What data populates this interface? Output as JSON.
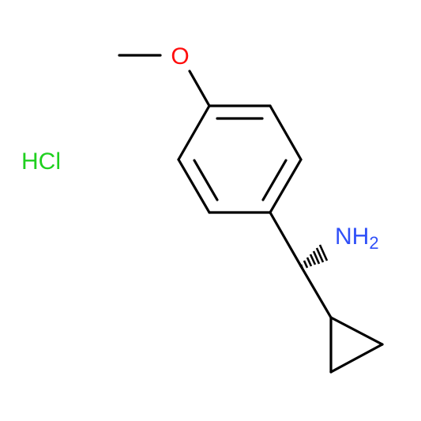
{
  "molecule": {
    "atoms": {
      "oxygen": {
        "symbol": "O",
        "color": "#ff0d0d"
      },
      "amine": {
        "symbol": "NH",
        "subscript": "2",
        "color": "#3050f8"
      },
      "salt": {
        "symbol": "HCl",
        "color": "#1fd01f"
      }
    },
    "bond_color": "#000000"
  }
}
